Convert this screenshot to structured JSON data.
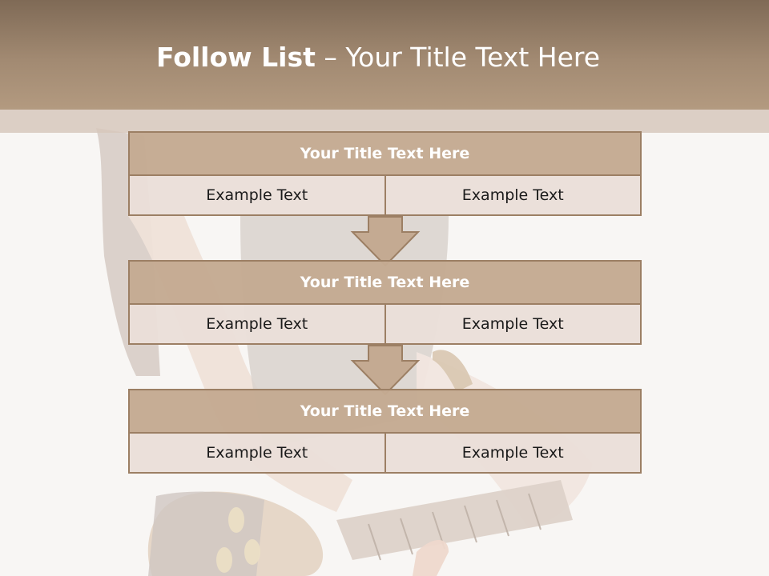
{
  "slide": {
    "title_bold": "Follow List",
    "title_rest": " – Your Title Text Here"
  },
  "blocks": [
    {
      "title": "Your Title Text Here",
      "left": "Example Text",
      "right": "Example Text"
    },
    {
      "title": "Your Title Text Here",
      "left": "Example Text",
      "right": "Example Text"
    },
    {
      "title": "Your Title Text Here",
      "left": "Example Text",
      "right": "Example Text"
    }
  ],
  "colors": {
    "header": "#a28a72",
    "block_title_bg": "#c4aa92",
    "block_border": "#9c7f64",
    "cell_bg": "#eadfd8",
    "arrow_fill": "#c4aa92"
  }
}
